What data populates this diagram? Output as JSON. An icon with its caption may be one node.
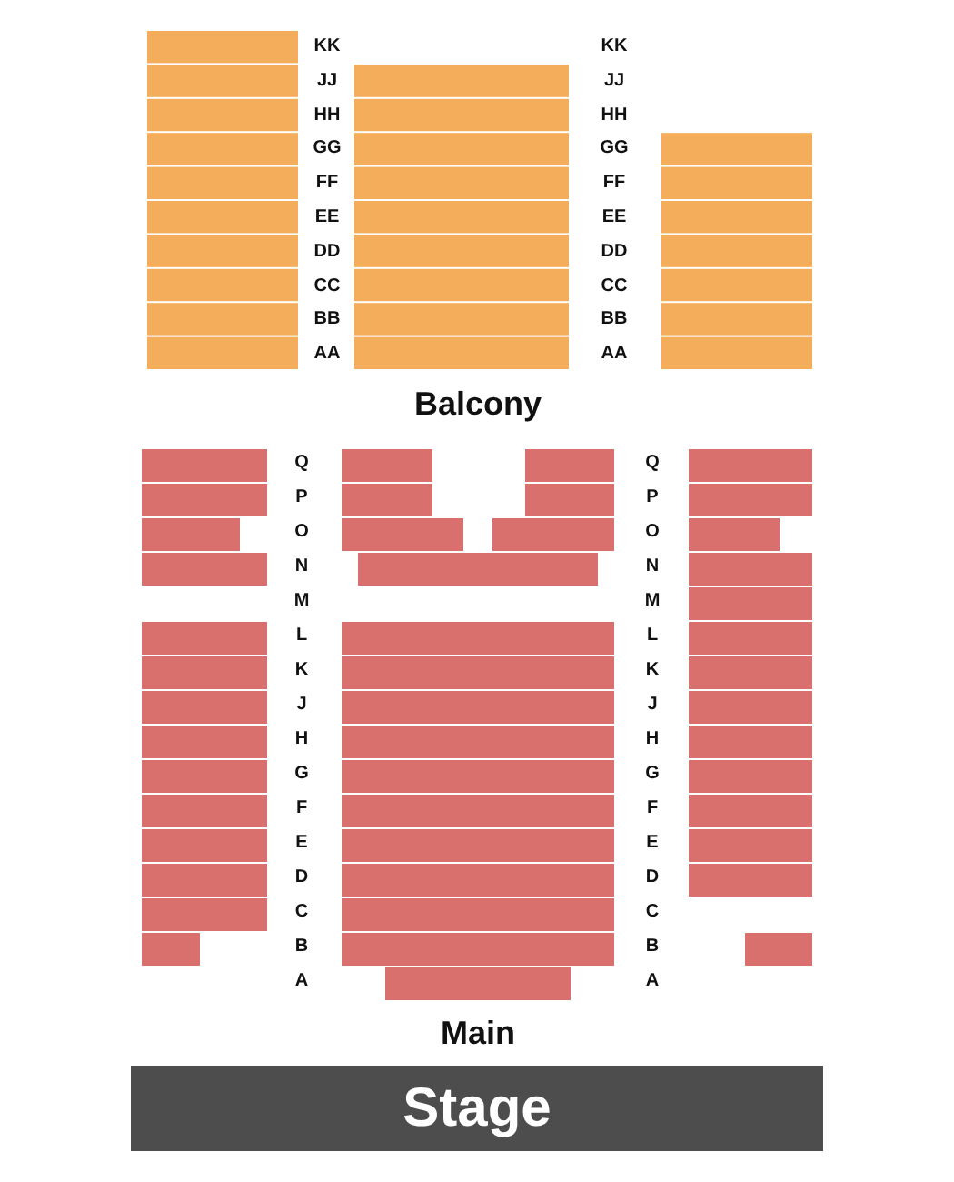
{
  "diagram": {
    "nodes": [
      {
        "text": [
          "Stage"
        ]
      }
    ],
    "labels": [
      "KK",
      "KK",
      "JJ",
      "JJ",
      "HH",
      "HH",
      "GG",
      "GG",
      "FF",
      "FF",
      "EE",
      "EE",
      "DD",
      "DD",
      "CC",
      "CC",
      "BB",
      "BB",
      "AA",
      "AA",
      "Balcony",
      "Q",
      "Q",
      "P",
      "P",
      "O",
      "O",
      "N",
      "N",
      "M",
      "M",
      "L",
      "L",
      "K",
      "K",
      "J",
      "J",
      "H",
      "H",
      "G",
      "G",
      "F",
      "F",
      "E",
      "E",
      "D",
      "D",
      "C",
      "C",
      "B",
      "B",
      "A",
      "A",
      "Main"
    ]
  }
}
